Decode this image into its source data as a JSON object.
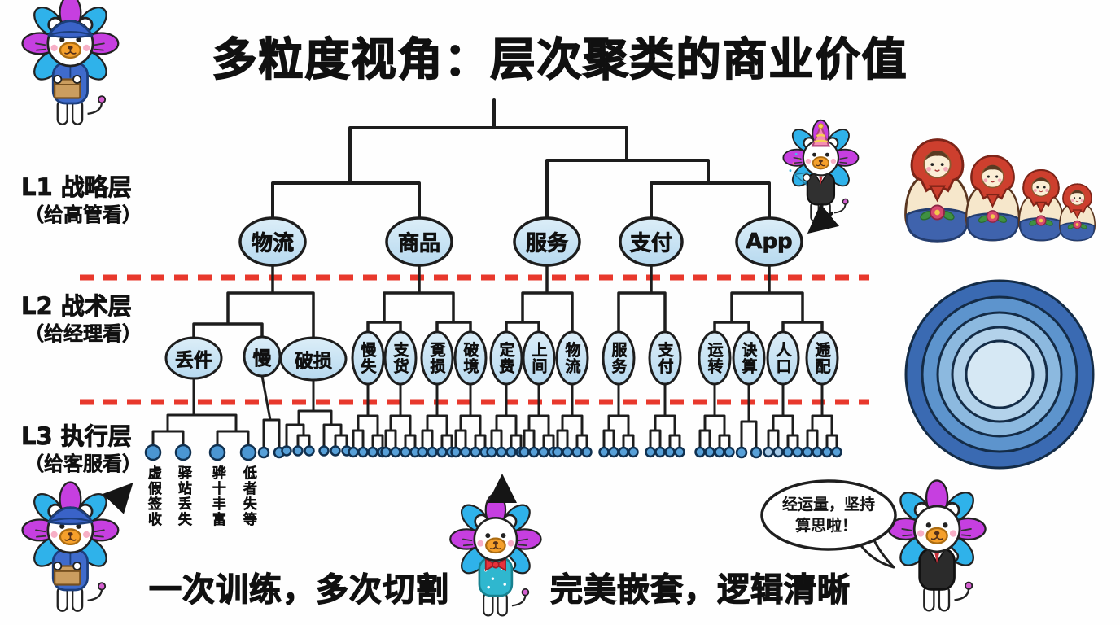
{
  "title": "多粒度视角：层次聚类的商业价值",
  "levels": [
    {
      "label": "L1 战略层",
      "audience": "（给高管看）"
    },
    {
      "label": "L2 战术层",
      "audience": "（给经理看）"
    },
    {
      "label": "L3 执行层",
      "audience": "（给客服看）"
    }
  ],
  "l1": [
    "物流",
    "商品",
    "服务",
    "支付",
    "App"
  ],
  "l2": [
    "丢件",
    "慢",
    "破损",
    "慢失",
    "支货",
    "覔损",
    "破境",
    "定费",
    "上间",
    "物流",
    "服务",
    "支付",
    "运转",
    "诀算",
    "人口",
    "逓配"
  ],
  "l3_labels": [
    "虚假签收",
    "驿站丢失",
    "骅十丰富",
    "低者失等"
  ],
  "speech": {
    "line1": "经运量，坚持",
    "line2": "算思啦！"
  },
  "captions": {
    "bottom_left": "一次训练，多次切割",
    "bottom_right": "完美嵌套，逻辑清晰"
  },
  "hierarchy": {
    "物流": [
      [
        "丢件",
        "慢"
      ],
      [
        "破损"
      ]
    ],
    "商品": [
      [
        "慢失",
        "支货"
      ],
      [
        "覔损",
        "破境"
      ]
    ],
    "服务": [
      [
        "定费",
        "上间"
      ],
      [
        "物流"
      ]
    ],
    "支付": [
      [
        "服务"
      ],
      [
        "支付"
      ]
    ],
    "App": [
      [
        "运转",
        "诀算"
      ],
      [
        "人口",
        "逓配"
      ]
    ]
  },
  "colors": {
    "divider_red": "#E8382C",
    "tree_line": "#1D1D1D",
    "bubble_fill": "#C5E1F3",
    "leaf_dot": "#57A0D8",
    "petal_blue": "#2FB2EA",
    "petal_magenta": "#C63FE0",
    "doll_red": "#CD3F2E",
    "doll_blue": "#3F63AD",
    "ring_blues": [
      "#3A6AB2",
      "#5D94CD",
      "#8CB9DF",
      "#B3D2EA",
      "#D6E8F4"
    ]
  }
}
